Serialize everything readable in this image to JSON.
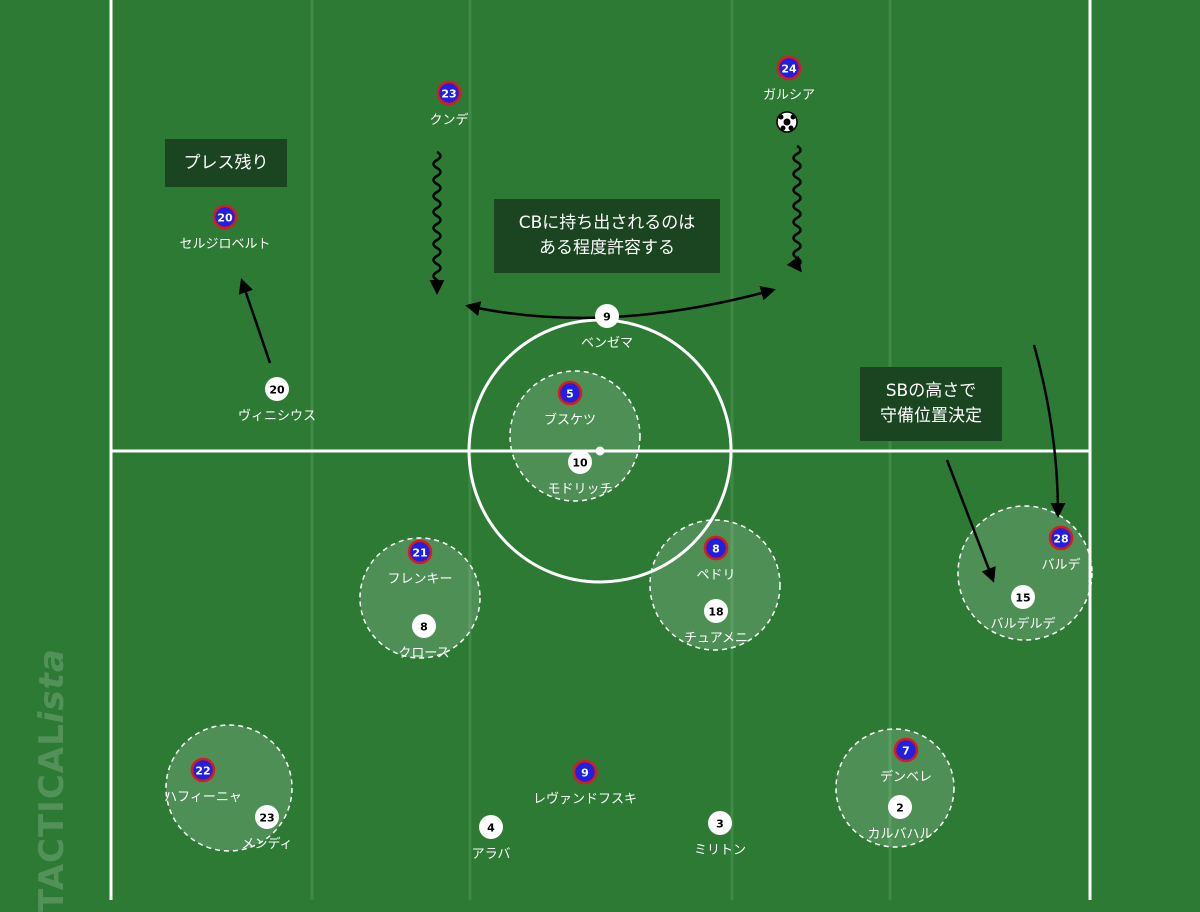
{
  "colors": {
    "pitch": "#2c7a34",
    "stripe_line": "#3f8a46",
    "line": "#ffffff",
    "zone_fill": "rgba(255,255,255,0.16)",
    "caption_bg": "#1b4421",
    "home_marker_fill": "#ffffff",
    "away_marker_fill": "#2020e0",
    "away_marker_ring": "#e01818",
    "arrow": "#000000"
  },
  "captions": {
    "press": "プレス残り",
    "cb_carry": "CBに持ち出されるのは\nある程度許容する",
    "sb_height": "SBの高さで\n守備位置決定"
  },
  "watermark": {
    "main": "TACTICAL",
    "italic": "ista"
  },
  "away_players": [
    {
      "number": "23",
      "name": "クンデ"
    },
    {
      "number": "24",
      "name": "ガルシア"
    },
    {
      "number": "20",
      "name": "セルジロベルト"
    },
    {
      "number": "5",
      "name": "ブスケツ"
    },
    {
      "number": "21",
      "name": "フレンキー"
    },
    {
      "number": "8",
      "name": "ペドリ"
    },
    {
      "number": "28",
      "name": "バルデ"
    },
    {
      "number": "22",
      "name": "ハフィーニャ"
    },
    {
      "number": "9",
      "name": "レヴァンドフスキ"
    },
    {
      "number": "7",
      "name": "デンベレ"
    }
  ],
  "home_players": [
    {
      "number": "9",
      "name": "ベンゼマ"
    },
    {
      "number": "20",
      "name": "ヴィニシウス"
    },
    {
      "number": "10",
      "name": "モドリッチ"
    },
    {
      "number": "8",
      "name": "クロース"
    },
    {
      "number": "18",
      "name": "チュアメニ"
    },
    {
      "number": "15",
      "name": "バルデルデ"
    },
    {
      "number": "23",
      "name": "メンディ"
    },
    {
      "number": "4",
      "name": "アラバ"
    },
    {
      "number": "3",
      "name": "ミリトン"
    },
    {
      "number": "2",
      "name": "カルバハル"
    }
  ],
  "ball": "soccer-ball-icon"
}
